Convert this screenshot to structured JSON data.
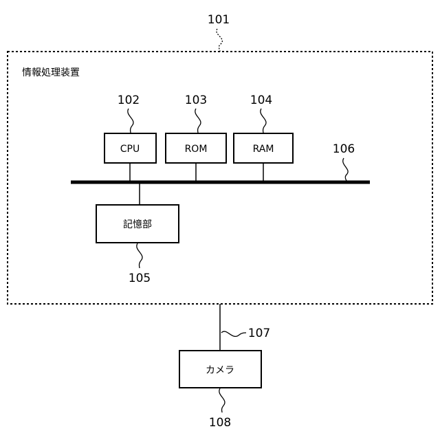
{
  "device": {
    "ref": "101",
    "title": "情報処理装置"
  },
  "components": {
    "cpu": {
      "ref": "102",
      "label": "CPU"
    },
    "rom": {
      "ref": "103",
      "label": "ROM"
    },
    "ram": {
      "ref": "104",
      "label": "RAM"
    },
    "storage": {
      "ref": "105",
      "label": "記憶部"
    },
    "bus": {
      "ref": "106"
    },
    "cable": {
      "ref": "107"
    },
    "camera": {
      "ref": "108",
      "label": "カメラ"
    }
  }
}
